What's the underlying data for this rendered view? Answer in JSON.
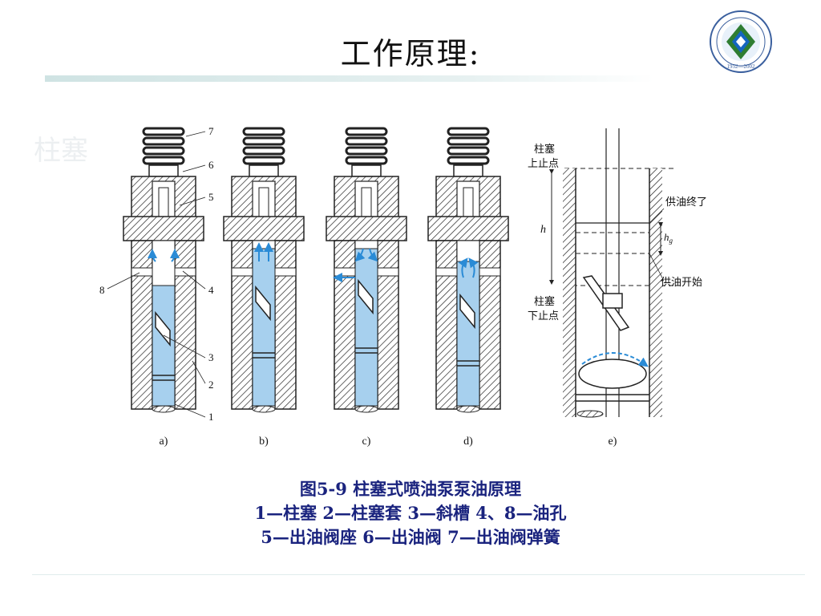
{
  "slide": {
    "title": "工作原理:",
    "ghost_text": "柱塞",
    "logo_digits": "1952—2002"
  },
  "figure": {
    "panel_labels": [
      "a)",
      "b)",
      "c)",
      "d)",
      "e)"
    ],
    "part_numbers": [
      "7",
      "6",
      "5",
      "4",
      "8",
      "3",
      "2",
      "1"
    ],
    "annotations": {
      "top_dead_center": [
        "柱塞",
        "上止点"
      ],
      "bottom_dead_center": [
        "柱塞",
        "下止点"
      ],
      "supply_end": "供油终了",
      "supply_start": "供油开始",
      "h": "h",
      "hg": "h",
      "hg_sub": "g"
    }
  },
  "caption": {
    "line1": "图5-9 柱塞式喷油泵泵油原理",
    "line2": "1—柱塞 2—柱塞套 3—斜槽 4、8—油孔",
    "line3": "5—出油阀座 6—出油阀 7—出油阀弹簧"
  },
  "colors": {
    "fuel": "#a7d0ee",
    "hatch": "#222222",
    "caption": "#1a237e",
    "arrow": "#2a8bd6"
  }
}
